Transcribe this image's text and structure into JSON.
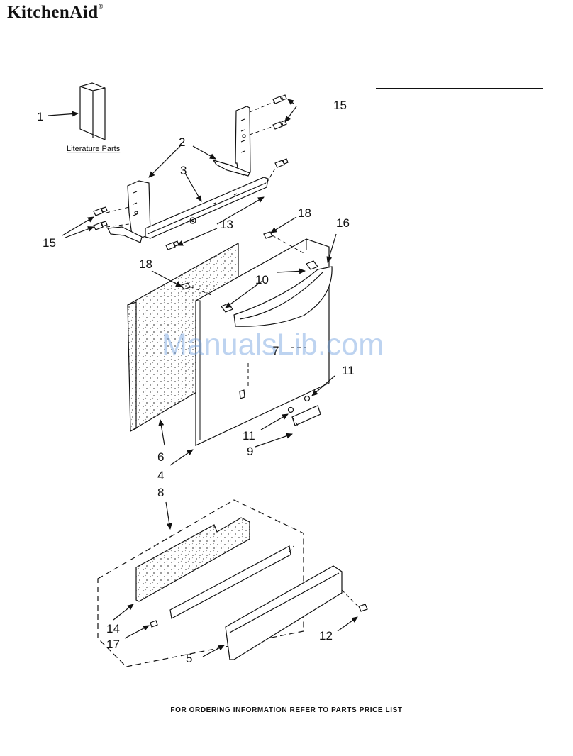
{
  "brand": {
    "name": "KitchenAid",
    "mark": "®"
  },
  "literature_label": "Literature Parts",
  "callouts": {
    "c1": "1",
    "c2": "2",
    "c3": "3",
    "c4": "4",
    "c5": "5",
    "c6": "6",
    "c7": "7",
    "c8": "8",
    "c9": "9",
    "c10": "10",
    "c11a": "11",
    "c11b": "11",
    "c12": "12",
    "c13": "13",
    "c14": "14",
    "c15a": "15",
    "c15b": "15",
    "c16": "16",
    "c17": "17",
    "c18a": "18",
    "c18b": "18"
  },
  "watermark": "ManualsLib.com",
  "footer": "FOR ORDERING INFORMATION REFER TO PARTS PRICE LIST"
}
